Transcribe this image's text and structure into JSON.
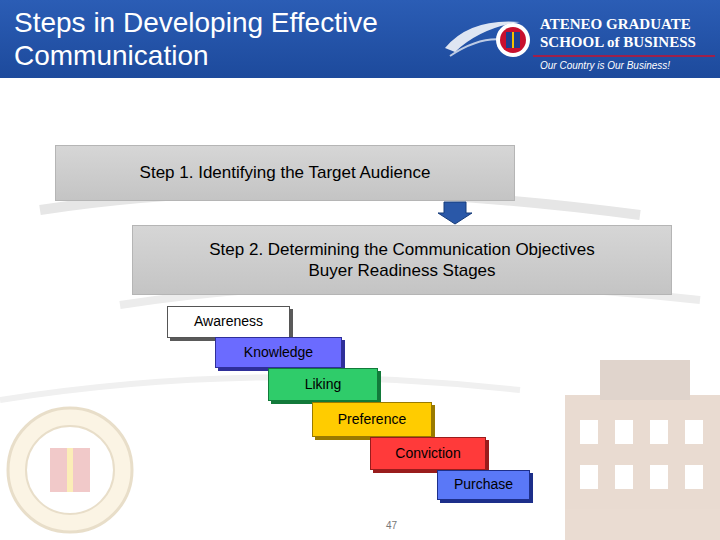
{
  "diagram": {
    "title": "Steps in Developing Effective Communication",
    "nodes": [
      {
        "text": [
          "Step 1.  Identifying the Target Audience"
        ]
      },
      {
        "text": [
          "Step 2.  Determining the Communication Objectives",
          "Buyer Readiness Stages"
        ]
      },
      {
        "text": [
          "Awareness"
        ]
      },
      {
        "text": [
          "Knowledge"
        ]
      },
      {
        "text": [
          "Liking"
        ]
      },
      {
        "text": [
          "Preference"
        ]
      },
      {
        "text": [
          "Conviction"
        ]
      },
      {
        "text": [
          "Purchase"
        ]
      }
    ],
    "edges": [
      {
        "from": 0,
        "to": 1,
        "arrow": "to"
      }
    ],
    "labels": [
      "ATENEO GRADUATE",
      "SCHOOL of BUSINESS",
      "Our Country is Our Business!",
      "47"
    ]
  }
}
